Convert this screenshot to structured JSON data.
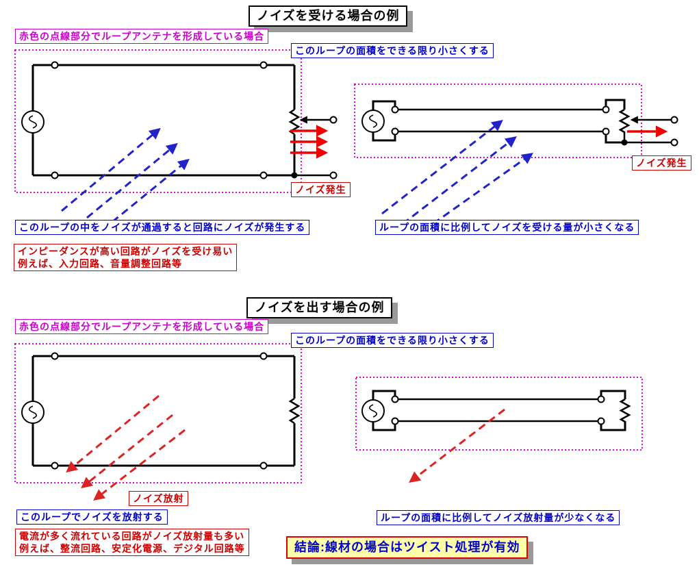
{
  "page": {
    "background": "#FFFFFF"
  },
  "colors": {
    "magenta": "#CC00CC",
    "loop_dotted": "#DD00DD",
    "blue_text": "#0000CC",
    "red_text": "#CC0000",
    "arrow_blue": "#2222CC",
    "arrow_red_solid": "#EE0000",
    "arrow_red_dashed": "#DD2222",
    "title_shadow": "#999999",
    "conclusion_bg": "#FFFFAA"
  },
  "sections": [
    {
      "title": "ノイズを受ける場合の例",
      "antenna_note": "赤色の点線部分でループアンテナを形成している場合",
      "minimize_note": "このループの面積をできる限り小さくする",
      "large_loop_caption": "このループの中をノイズが通過すると回路にノイズが発生する",
      "small_loop_caption": "ループの面積に比例してノイズを受ける量が小さくなる",
      "warning_line1": "インピーダンスが高い回路がノイズを受け易い",
      "warning_line2": "例えば、入力回路、音量調整回路等",
      "noise_label_large": "ノイズ発生",
      "noise_label_small": "ノイズ発生"
    },
    {
      "title": "ノイズを出す場合の例",
      "antenna_note": "赤色の点線部分でループアンテナを形成している場合",
      "minimize_note": "このループの面積をできる限り小さくする",
      "large_loop_caption": "このループでノイズを放射する",
      "small_loop_caption": "ループの面積に比例してノイズ放射量が少なくなる",
      "warning_line1": "電流が多く流れている回路がノイズ放射量も多い",
      "warning_line2": "例えば、整流回路、安定化電源、デジタル回路等",
      "noise_label_large": "ノイズ放射"
    }
  ],
  "conclusion": "結論:線材の場合はツイスト処理が有効"
}
